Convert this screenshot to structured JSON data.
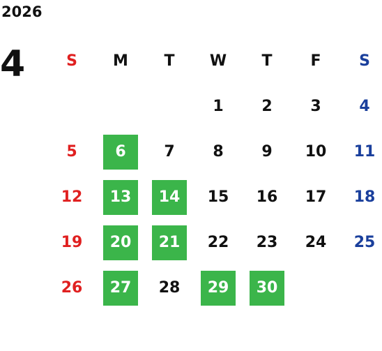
{
  "year": "2026",
  "month": "4",
  "colors": {
    "sunday": "#e02020",
    "saturday": "#1a3f9c",
    "highlight": "#3bb54a",
    "text": "#111111"
  },
  "weekdays": [
    "S",
    "M",
    "T",
    "W",
    "T",
    "F",
    "S"
  ],
  "weeks": [
    [
      {
        "d": ""
      },
      {
        "d": ""
      },
      {
        "d": ""
      },
      {
        "d": "1"
      },
      {
        "d": "2"
      },
      {
        "d": "3"
      },
      {
        "d": "4"
      }
    ],
    [
      {
        "d": "5"
      },
      {
        "d": "6",
        "hl": true
      },
      {
        "d": "7"
      },
      {
        "d": "8"
      },
      {
        "d": "9"
      },
      {
        "d": "10"
      },
      {
        "d": "11"
      }
    ],
    [
      {
        "d": "12"
      },
      {
        "d": "13",
        "hl": true
      },
      {
        "d": "14",
        "hl": true
      },
      {
        "d": "15"
      },
      {
        "d": "16"
      },
      {
        "d": "17"
      },
      {
        "d": "18"
      }
    ],
    [
      {
        "d": "19"
      },
      {
        "d": "20",
        "hl": true
      },
      {
        "d": "21",
        "hl": true
      },
      {
        "d": "22"
      },
      {
        "d": "23"
      },
      {
        "d": "24"
      },
      {
        "d": "25"
      }
    ],
    [
      {
        "d": "26"
      },
      {
        "d": "27",
        "hl": true
      },
      {
        "d": "28"
      },
      {
        "d": "29",
        "hl": true
      },
      {
        "d": "30",
        "hl": true
      },
      {
        "d": ""
      },
      {
        "d": ""
      }
    ]
  ]
}
